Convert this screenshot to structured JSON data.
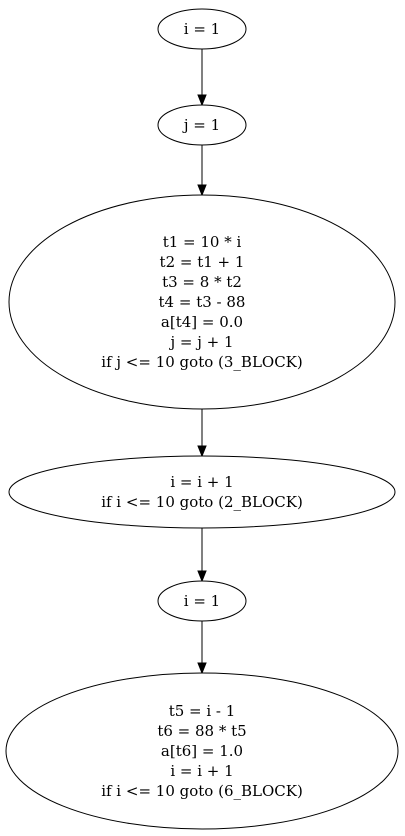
{
  "nodes": [
    {
      "id": "n1",
      "lines": [
        "i = 1"
      ]
    },
    {
      "id": "n2",
      "lines": [
        "j = 1"
      ]
    },
    {
      "id": "n3",
      "lines": [
        "t1 = 10 * i",
        "t2 = t1 + 1",
        "t3 = 8 * t2",
        "t4 = t3 - 88",
        "a[t4] = 0.0",
        "j = j + 1",
        "if j <= 10 goto (3_BLOCK)"
      ]
    },
    {
      "id": "n4",
      "lines": [
        "i = i + 1",
        "if i <= 10 goto (2_BLOCK)"
      ]
    },
    {
      "id": "n5",
      "lines": [
        "i = 1"
      ]
    },
    {
      "id": "n6",
      "lines": [
        "t5 = i - 1",
        "t6 = 88 * t5",
        "a[t6] = 1.0",
        "i = i + 1",
        "if i <= 10 goto (6_BLOCK)"
      ]
    }
  ],
  "edges": [
    {
      "from": "n1",
      "to": "n2"
    },
    {
      "from": "n2",
      "to": "n3"
    },
    {
      "from": "n3",
      "to": "n4"
    },
    {
      "from": "n4",
      "to": "n5"
    },
    {
      "from": "n5",
      "to": "n6"
    }
  ]
}
